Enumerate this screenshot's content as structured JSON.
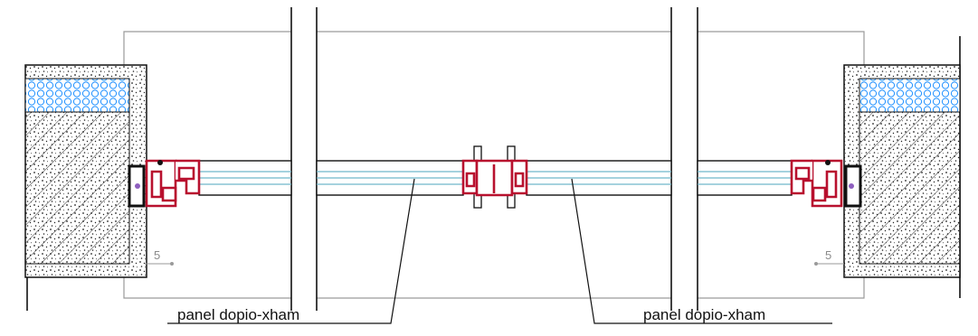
{
  "drawing": {
    "labels": {
      "panel_left": "panel dopio-xham",
      "panel_right": "panel dopio-xham",
      "dim_left": "5",
      "dim_right": "5"
    },
    "colors": {
      "frame_profile": "#b8102e",
      "insulation": "#1e90ff",
      "glass": "#6fb6c9",
      "outline": "#111111",
      "secondary_line": "#9a9a9a",
      "gasket": "#8e5fbf"
    }
  }
}
